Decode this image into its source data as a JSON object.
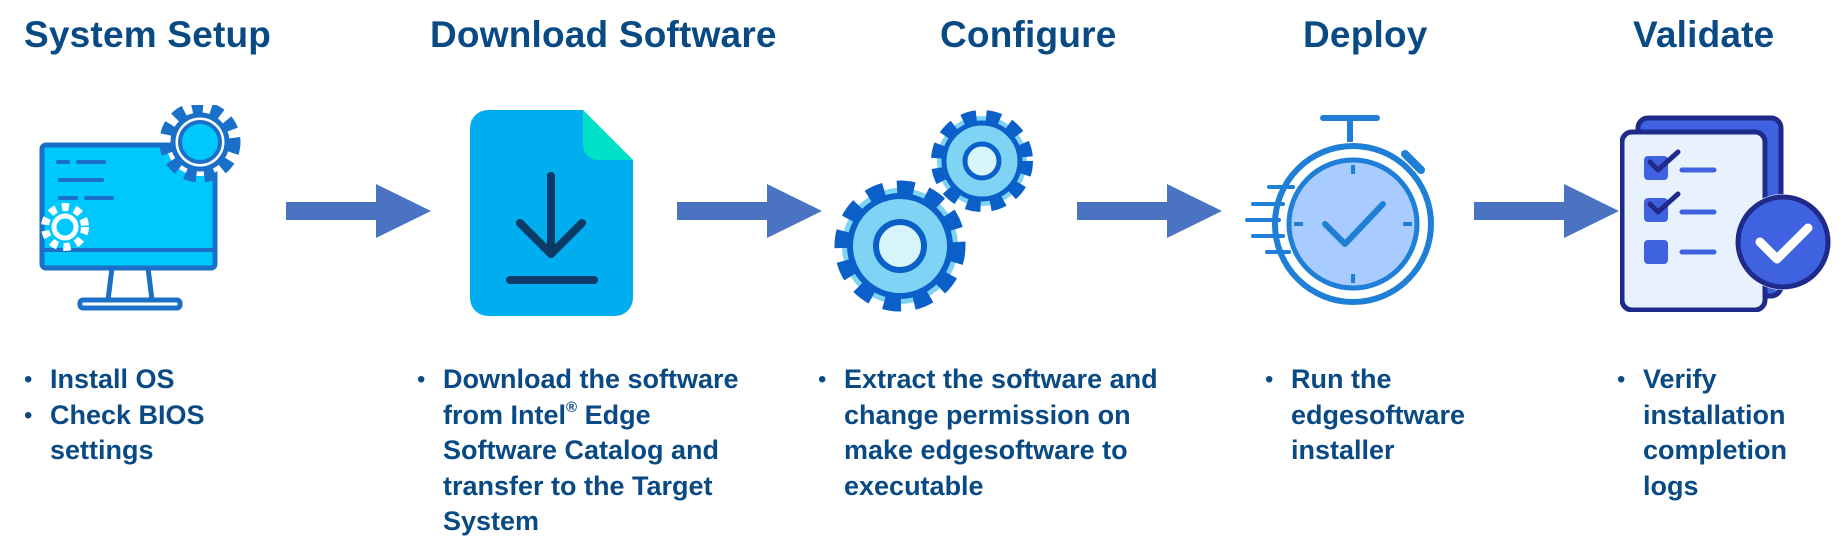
{
  "steps": [
    {
      "title": "System Setup",
      "icon": "computer-gear-icon",
      "bullets": [
        "Install OS",
        "Check BIOS settings"
      ]
    },
    {
      "title": "Download Software",
      "icon": "file-download-icon",
      "bullets": [
        "Download the software from Intel® Edge Software Catalog and transfer to the Target System"
      ]
    },
    {
      "title": "Configure",
      "icon": "gears-icon",
      "bullets": [
        "Extract the software and change permission on make edgesoftware to executable"
      ]
    },
    {
      "title": "Deploy",
      "icon": "stopwatch-check-icon",
      "bullets": [
        "Run the edgesoftware installer"
      ]
    },
    {
      "title": "Validate",
      "icon": "checklist-check-icon",
      "bullets": [
        "Verify installation completion logs"
      ]
    }
  ],
  "colors": {
    "title": "#0a4a84",
    "arrow": "#4a73c2",
    "icon_light_blue": "#00c8ff",
    "icon_outline": "#1a6fc8",
    "file_blue": "#00aeef",
    "file_corner": "#00e0c8",
    "gear_fill": "#7fd3f5",
    "gear_outline": "#0a5fc8",
    "stopwatch_face": "#a8ccff",
    "checklist_navy": "#1f2a8a"
  }
}
